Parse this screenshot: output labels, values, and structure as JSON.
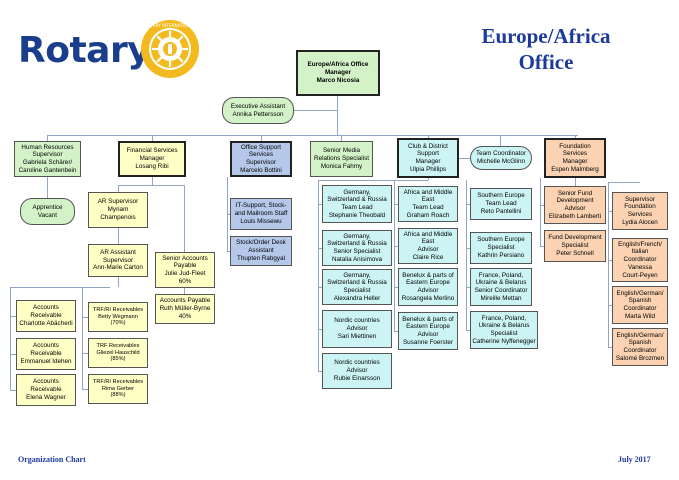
{
  "header": {
    "logo_text": "Rotary",
    "logo_ring_text": "ROTARY INTERNATIONAL",
    "title_line1": "Europe/Africa",
    "title_line2": "Office"
  },
  "footer": {
    "left": "Organization Chart",
    "right": "July 2017"
  },
  "colors": {
    "title": "#1c3a9c",
    "logo_blue": "#1a3e8c",
    "logo_gold": "#f3ba20",
    "connector": "#8fa7c2",
    "yellow": "#feffc4",
    "green": "#d3f2c8",
    "blue": "#b5c8e9",
    "cyan": "#cdf4f5",
    "orange": "#fbd3b2"
  },
  "nodes": {
    "top_manager": [
      "Europe/Africa Office",
      "Manager",
      "Marco Nicosia"
    ],
    "exec_assistant": [
      "Executive Assistant",
      "Annika Pettersson"
    ],
    "hr": [
      "Human Resources",
      "Supervisor",
      "Gabriela Schärer/",
      "Caroline Gantenbein"
    ],
    "apprentice": [
      "Apprentice",
      "Vacant"
    ],
    "financial": [
      "Financial Services",
      "Manager",
      "Losang Ribi"
    ],
    "ar_supervisor": [
      "AR Supervisor",
      "Myriam",
      "Champenois"
    ],
    "ar_assistant": [
      "AR Assistant",
      "Supervisor",
      "Ann-Marie Carton"
    ],
    "acc_1": [
      "Accounts",
      "Receivable",
      "Charlotte Abächerli"
    ],
    "acc_2": [
      "Accounts",
      "Receivable",
      "Emmanuel Idehen"
    ],
    "acc_3": [
      "Accounts",
      "Receivable",
      "Elena Wagner"
    ],
    "trf_1": [
      "TRF/RI Receivables",
      "Betty Wegmann",
      "(70%)"
    ],
    "trf_2": [
      "TRF Receivables",
      "Gliezel Hauschild",
      "(85%)"
    ],
    "trf_3": [
      "TRF/RI Receivables",
      "Rima Gerber",
      "(88%)"
    ],
    "sr_payable": [
      "Senior Accounts",
      "Payable",
      "Julie Jud-Fleet",
      "60%"
    ],
    "payable": [
      "Accounts Payable",
      "Ruth Müller-Byrne",
      "40%"
    ],
    "office_support": [
      "Office Support",
      "Services",
      "Supervisor",
      "Marcelo Bottini"
    ],
    "it_support": [
      "IT-Support, Stock-",
      "and Mailroom Staff",
      "Louis Missewu"
    ],
    "stock_order": [
      "Stock/Order Desk",
      "Assistant",
      "Thupten Rabgyal"
    ],
    "social_media": [
      "Senior Media",
      "Relations Specialist",
      "Monica Fahmy"
    ],
    "gsr_lead": [
      "Germany,",
      "Switzerland & Russia",
      "Team Lead",
      "Stephanie Theobald"
    ],
    "gsr_senior": [
      "Germany,",
      "Switzerland & Russia",
      "Senior Specialist",
      "Natalia Anisimova"
    ],
    "gsr_spec": [
      "Germany,",
      "Switzerland & Russia",
      "Specialist",
      "Alexandra Heller"
    ],
    "nordic_1": [
      "Nordic countries",
      "Advisor",
      "Sari Miettinen"
    ],
    "nordic_2": [
      "Nordic countries",
      "Advisor",
      "Rubie Einarsson"
    ],
    "club_district": [
      "Club & District",
      "Support",
      "Manager",
      "Ulpia Phillips"
    ],
    "ame_lead": [
      "Africa and Middle",
      "East",
      "Team Lead",
      "Graham Roach"
    ],
    "ame_advisor": [
      "Africa and Middle",
      "East",
      "Advisor",
      "Claire Rice"
    ],
    "benelux_1": [
      "Benelux & parts of",
      "Eastern Europe",
      "Advisor",
      "Rosangela Merlino"
    ],
    "benelux_2": [
      "Benelux & parts of",
      "Eastern Europe",
      "Advisor",
      "Susanne Foerster"
    ],
    "team_coord": [
      "Team Coordinator",
      "Michelle McGlinn"
    ],
    "se_lead": [
      "Southern Europe",
      "Team Lead",
      "Reto Pantellini"
    ],
    "se_spec": [
      "Southern Europe",
      "Specialist",
      "Kathrin Persiano"
    ],
    "fr_coord": [
      "France, Poland,",
      "Ukraine & Belarus",
      "Senior Coordinator",
      "Mireille Mettan"
    ],
    "fr_spec": [
      "France, Poland,",
      "Ukraine & Belarus",
      "Specialist",
      "Catherine Nyffenegger"
    ],
    "foundation": [
      "Foundation",
      "Services",
      "Manager",
      "Espen Malmberg"
    ],
    "fund_dev_sr": [
      "Senior Fund",
      "Development",
      "Advisor",
      "Elizabeth Lamberti"
    ],
    "fund_dev": [
      "Fund Development",
      "Specialist",
      "Peter Schnell"
    ],
    "found_supervisor": [
      "Supervisor",
      "Foundation",
      "Services",
      "Lydia Alocen"
    ],
    "coord_1": [
      "English/French/",
      "Italian",
      "Coordinator",
      "Vanessa",
      "Court-Peyen"
    ],
    "coord_2": [
      "English/German/",
      "Spanish",
      "Coordinator",
      "Marta Wild"
    ],
    "coord_3": [
      "English/German/",
      "Spanish",
      "Coordinator",
      "Salomé Brozmen"
    ]
  }
}
